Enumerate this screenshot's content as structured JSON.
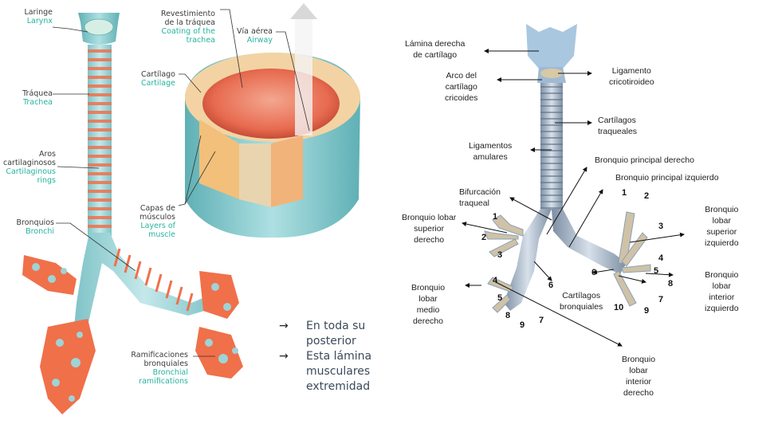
{
  "left_diagram": {
    "labels": {
      "larynx": {
        "es": "Laringe",
        "en": "Larynx"
      },
      "trachea": {
        "es": "Tráquea",
        "en": "Trachea"
      },
      "rings": {
        "es1": "Aros",
        "es2": "cartilaginosos",
        "en1": "Cartilaginous",
        "en2": "rings"
      },
      "bronchi": {
        "es": "Bronquios",
        "en": "Bronchi"
      },
      "coating": {
        "es1": "Revestimiento",
        "es2": "de la tráquea",
        "en1": "Coating of the",
        "en2": "trachea"
      },
      "airway": {
        "es": "Vía aérea",
        "en": "Airway"
      },
      "cartilage": {
        "es": "Cartílago",
        "en": "Cartilage"
      },
      "muscle": {
        "es1": "Capas de",
        "es2": "músculos",
        "en1": "Layers of",
        "en2": "muscle"
      },
      "ramifications": {
        "es1": "Ramificaciones",
        "es2": "bronquiales",
        "en1": "Bronchial",
        "en2": "ramifications"
      }
    },
    "colors": {
      "cartilage_blue": "#9fd3d6",
      "muscle_orange": "#f0704a",
      "label_teal": "#27b39e"
    }
  },
  "slide_text": {
    "bullets": [
      {
        "arrow": "→",
        "lines": [
          "En toda su",
          "posterior"
        ]
      },
      {
        "arrow": "→",
        "lines": [
          "Esta lámina",
          "musculares",
          "extremidad"
        ]
      }
    ]
  },
  "right_diagram": {
    "labels": {
      "lamina": [
        "Lámina derecha",
        "de cartílago"
      ],
      "arco": [
        "Arco del",
        "cartílago",
        "cricoides"
      ],
      "ligamento_crico": [
        "Ligamento",
        "cricotiroideo"
      ],
      "cartilagos_traq": [
        "Cartílagos",
        "traqueales"
      ],
      "ligamentos_anul": [
        "Ligamentos",
        "amulares"
      ],
      "bronquio_der": "Bronquio principal derecho",
      "bronquio_izq": "Bronquio principal izquierdo",
      "bifurcacion": [
        "Bifurcación",
        "traqueal"
      ],
      "lobar_sup_der": [
        "Bronquio lobar",
        "superior",
        "derecho"
      ],
      "lobar_sup_izq": [
        "Bronquio",
        "lobar",
        "superior",
        "izquierdo"
      ],
      "lobar_inf_izq": [
        "Bronquio",
        "lobar",
        "interior",
        "izquierdo"
      ],
      "lobar_medio_der": [
        "Bronquio",
        "lobar",
        "medio",
        "derecho"
      ],
      "cartilagos_bronq": [
        "Cartílagos",
        "bronquiales"
      ],
      "lobar_inf_der": [
        "Bronquio",
        "lobar",
        "interior",
        "derecho"
      ]
    },
    "segment_numbers": {
      "right": [
        "1",
        "2",
        "3",
        "4",
        "5",
        "6",
        "7",
        "8",
        "9"
      ],
      "left": [
        "1",
        "2",
        "3",
        "4",
        "5",
        "6",
        "7",
        "8",
        "9",
        "10"
      ]
    },
    "colors": {
      "cartilage": "#a9bfd6",
      "text": "#222222"
    }
  }
}
